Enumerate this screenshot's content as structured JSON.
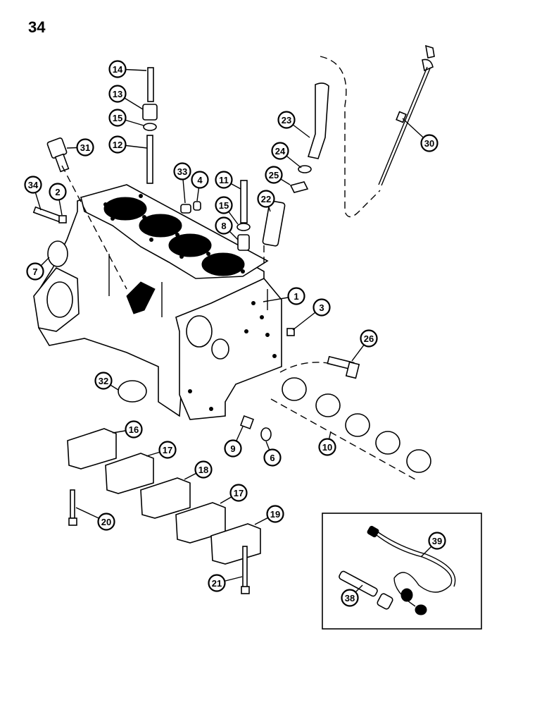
{
  "page_number": "34",
  "callouts": [
    {
      "id": "c14",
      "label": "14"
    },
    {
      "id": "c13",
      "label": "13"
    },
    {
      "id": "c15a",
      "label": "15"
    },
    {
      "id": "c12",
      "label": "12"
    },
    {
      "id": "c31",
      "label": "31"
    },
    {
      "id": "c33",
      "label": "33"
    },
    {
      "id": "c4",
      "label": "4"
    },
    {
      "id": "c11",
      "label": "11"
    },
    {
      "id": "c15b",
      "label": "15"
    },
    {
      "id": "c8",
      "label": "8"
    },
    {
      "id": "c34",
      "label": "34"
    },
    {
      "id": "c2",
      "label": "2"
    },
    {
      "id": "c7",
      "label": "7"
    },
    {
      "id": "c23",
      "label": "23"
    },
    {
      "id": "c24",
      "label": "24"
    },
    {
      "id": "c25",
      "label": "25"
    },
    {
      "id": "c22",
      "label": "22"
    },
    {
      "id": "c30",
      "label": "30"
    },
    {
      "id": "c1",
      "label": "1"
    },
    {
      "id": "c3",
      "label": "3"
    },
    {
      "id": "c26",
      "label": "26"
    },
    {
      "id": "c32",
      "label": "32"
    },
    {
      "id": "c9",
      "label": "9"
    },
    {
      "id": "c6",
      "label": "6"
    },
    {
      "id": "c10",
      "label": "10"
    },
    {
      "id": "c16",
      "label": "16"
    },
    {
      "id": "c17a",
      "label": "17"
    },
    {
      "id": "c18",
      "label": "18"
    },
    {
      "id": "c17b",
      "label": "17"
    },
    {
      "id": "c19",
      "label": "19"
    },
    {
      "id": "c20",
      "label": "20"
    },
    {
      "id": "c21",
      "label": "21"
    },
    {
      "id": "c39",
      "label": "39"
    },
    {
      "id": "c38",
      "label": "38"
    }
  ]
}
